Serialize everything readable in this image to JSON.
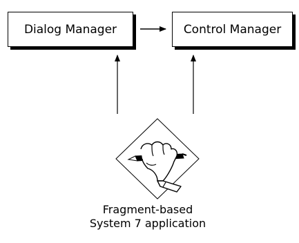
{
  "boxes": {
    "dialog_manager": "Dialog Manager",
    "control_manager": "Control Manager"
  },
  "application": {
    "icon": "hand-writing-pen-icon",
    "label_line1": "Fragment-based",
    "label_line2": "System 7 application"
  },
  "colors": {
    "ink": "#000000",
    "background": "#ffffff"
  }
}
